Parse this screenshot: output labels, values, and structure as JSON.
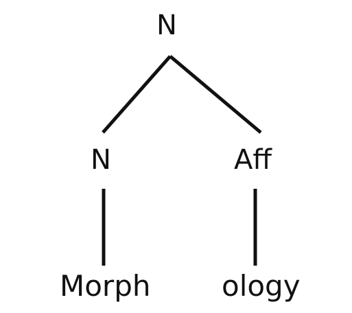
{
  "tree": {
    "root": {
      "label": "N"
    },
    "left": {
      "label": "N",
      "child": {
        "label": "Morph"
      }
    },
    "right": {
      "label": "Aff",
      "child": {
        "label": "ology"
      }
    }
  },
  "style": {
    "line_color": "#111111",
    "text_color": "#111111",
    "background": "#ffffff"
  }
}
